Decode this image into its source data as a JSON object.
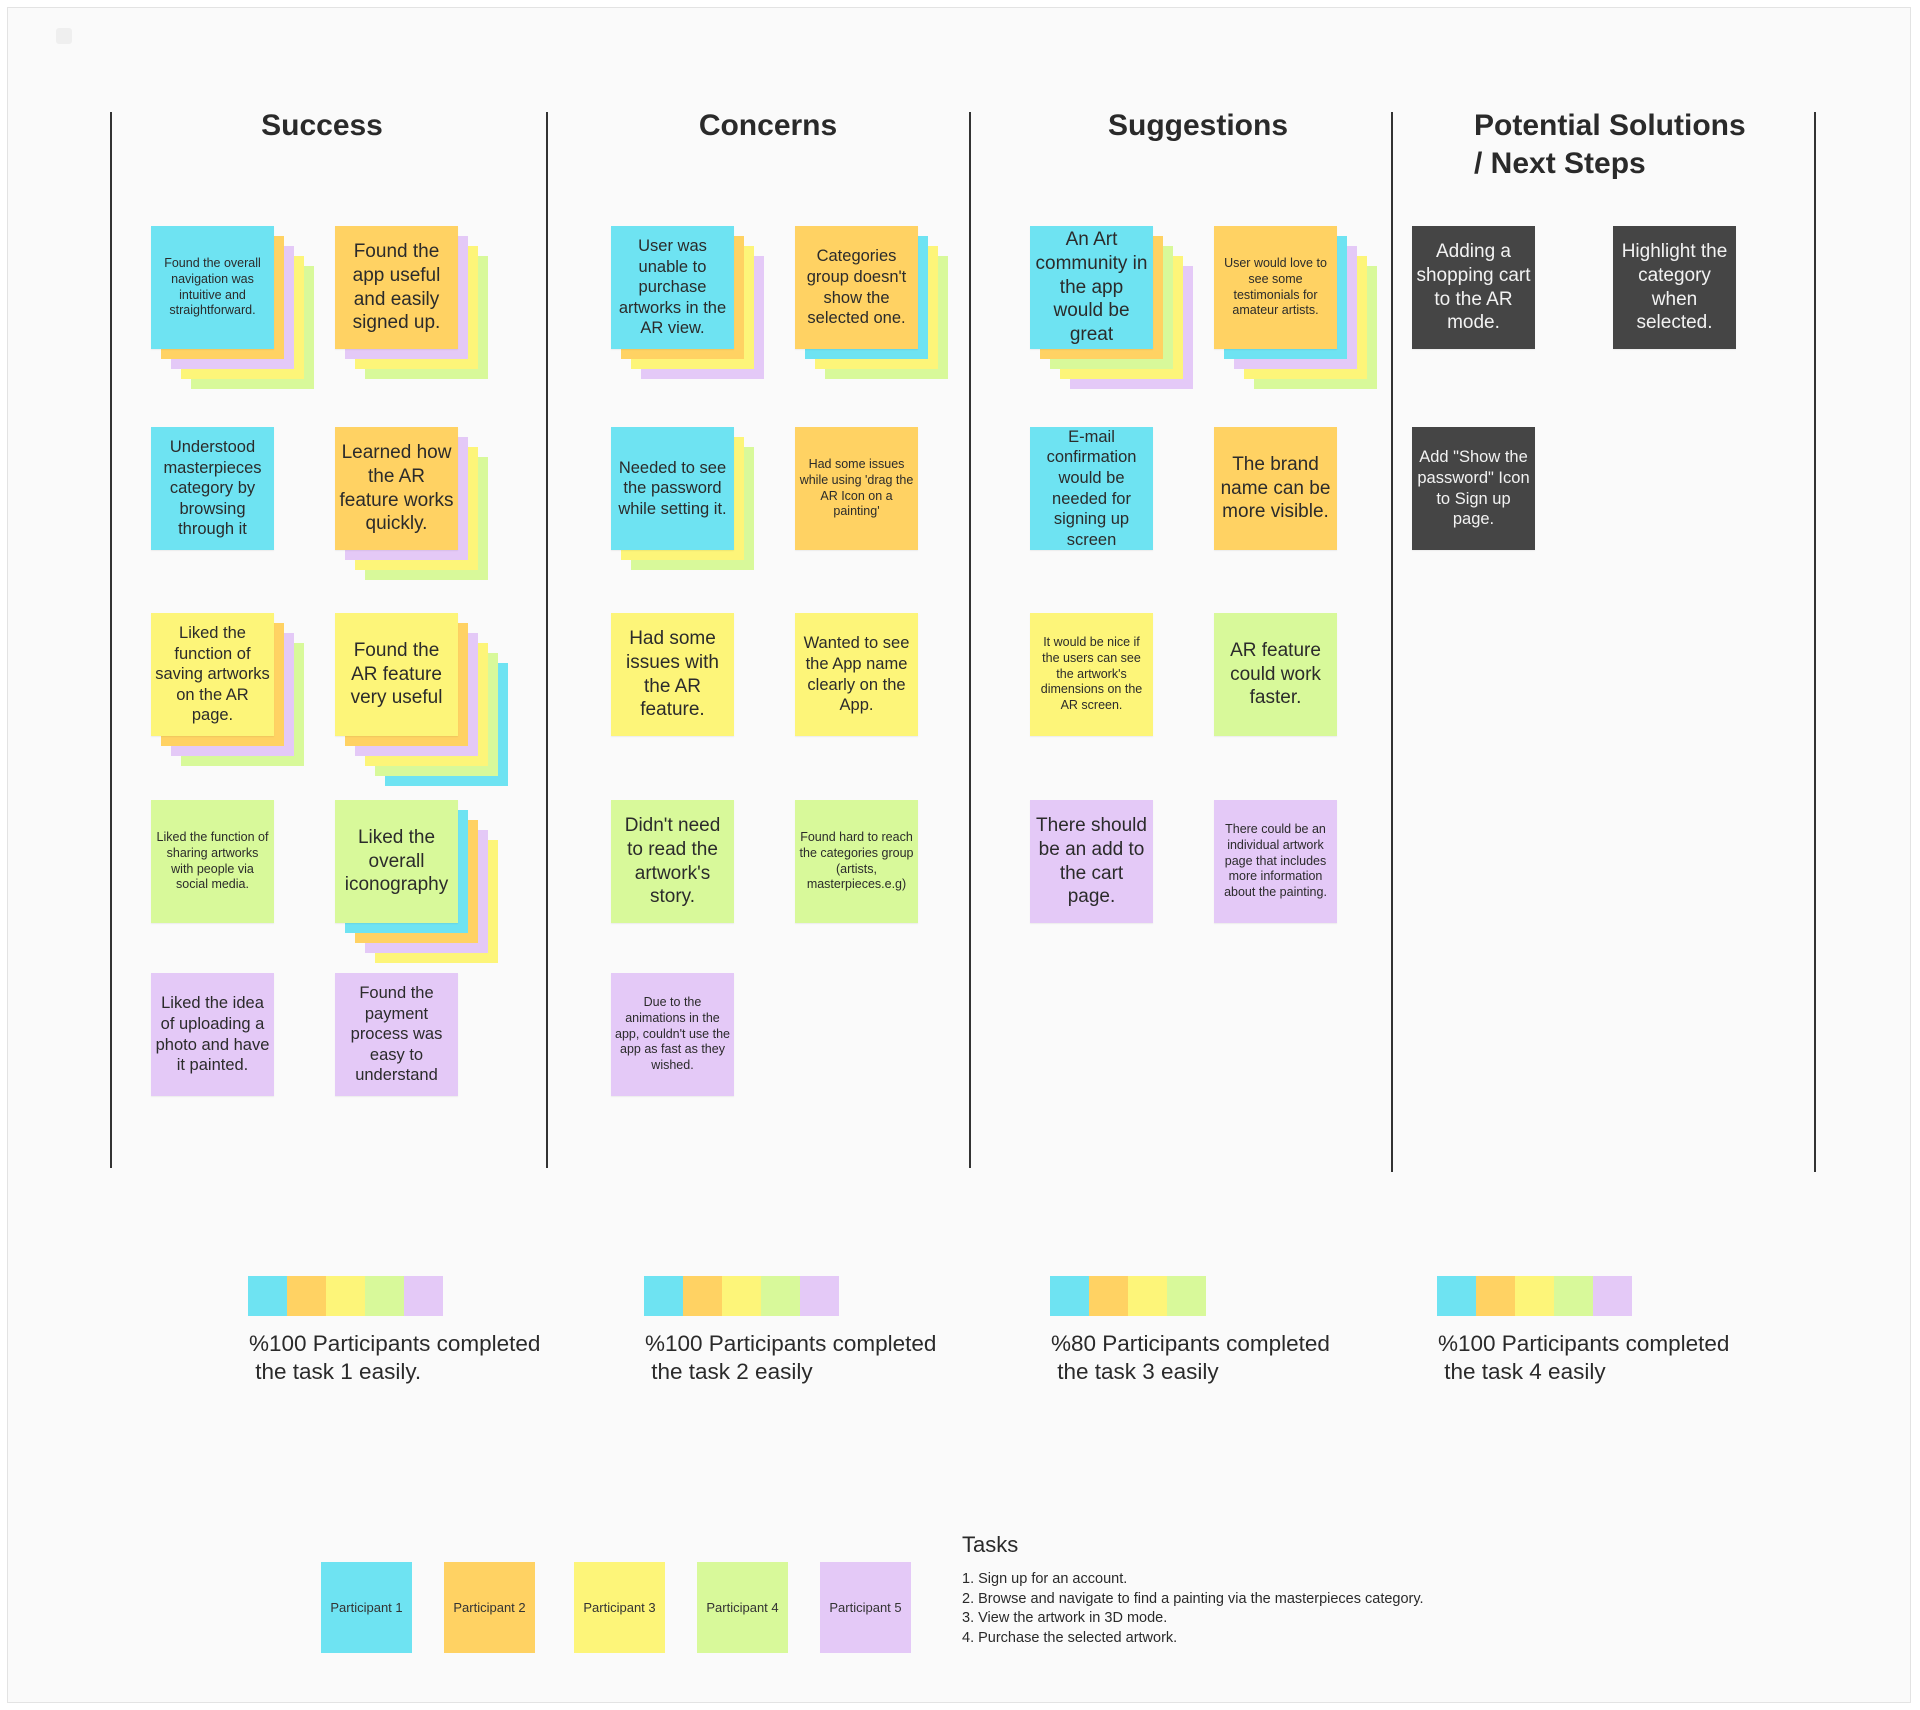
{
  "colors": {
    "blue": "#6ee3f2",
    "orange": "#ffd263",
    "yellow": "#fdf579",
    "green": "#d8f99a",
    "purple": "#e4c9f7",
    "dark": "#454545"
  },
  "columns": [
    {
      "title": "Success"
    },
    {
      "title": "Concerns"
    },
    {
      "title": "Suggestions"
    },
    {
      "title_line1": "Potential Solutions",
      "title_line2": "/ Next Steps"
    }
  ],
  "notes": {
    "success": [
      {
        "text": "Found the overall navigation was intuitive and straightforward.",
        "color": "blue",
        "stack": [
          "green",
          "yellow",
          "purple",
          "orange"
        ]
      },
      {
        "text": "Found the app useful and easily signed up.",
        "color": "orange",
        "stack": [
          "green",
          "yellow",
          "purple"
        ]
      },
      {
        "text": "Understood masterpieces category by browsing through it",
        "color": "blue",
        "stack": []
      },
      {
        "text": "Learned how the AR feature works quickly.",
        "color": "orange",
        "stack": [
          "green",
          "yellow",
          "purple"
        ]
      },
      {
        "text": "Liked the function of saving artworks on the AR page.",
        "color": "yellow",
        "stack": [
          "green",
          "purple",
          "orange"
        ]
      },
      {
        "text": "Found the AR feature very useful",
        "color": "yellow",
        "stack": [
          "blue",
          "green",
          "yellow",
          "purple",
          "orange"
        ]
      },
      {
        "text": "Liked the function of sharing artworks with people via social media.",
        "color": "green",
        "stack": []
      },
      {
        "text": "Liked the overall iconography",
        "color": "green",
        "stack": [
          "yellow",
          "purple",
          "orange",
          "blue"
        ]
      },
      {
        "text": "Liked the idea of uploading a photo and have it painted.",
        "color": "purple",
        "stack": []
      },
      {
        "text": "Found the payment process was easy to understand",
        "color": "purple",
        "stack": []
      }
    ],
    "concerns": [
      {
        "text": "User was unable to purchase artworks in the AR view.",
        "color": "blue",
        "stack": [
          "purple",
          "yellow",
          "orange"
        ]
      },
      {
        "text": "Categories group doesn't show the selected one.",
        "color": "orange",
        "stack": [
          "green",
          "yellow",
          "blue"
        ]
      },
      {
        "text": "Needed to see the password while setting it.",
        "color": "blue",
        "stack": [
          "green",
          "yellow"
        ]
      },
      {
        "text": "Had some issues while using 'drag the AR Icon on a painting'",
        "color": "orange",
        "stack": []
      },
      {
        "text": "Had some issues with the AR feature.",
        "color": "yellow",
        "stack": []
      },
      {
        "text": "Wanted to see the App name clearly on the App.",
        "color": "yellow",
        "stack": []
      },
      {
        "text": "Didn't need to read the artwork's story.",
        "color": "green",
        "stack": []
      },
      {
        "text": "Found hard to reach the categories group (artists, masterpieces.e.g)",
        "color": "green",
        "stack": []
      },
      {
        "text": "Due to the animations in the app, couldn't use the app as fast as they wished.",
        "color": "purple",
        "stack": []
      }
    ],
    "suggestions": [
      {
        "text": "An Art community in the app would be great",
        "color": "blue",
        "stack": [
          "purple",
          "yellow",
          "green",
          "orange"
        ]
      },
      {
        "text": "User would love to see some testimonials for amateur artists.",
        "color": "orange",
        "stack": [
          "green",
          "yellow",
          "purple",
          "blue"
        ]
      },
      {
        "text": "E-mail confirmation would be needed for signing up screen",
        "color": "blue",
        "stack": []
      },
      {
        "text": "The brand name can be more visible.",
        "color": "orange",
        "stack": []
      },
      {
        "text": "It would be nice if the users can see the artwork's dimensions on the AR screen.",
        "color": "yellow",
        "stack": []
      },
      {
        "text": "AR feature could work faster.",
        "color": "green",
        "stack": []
      },
      {
        "text": "There should be an add to the cart page.",
        "color": "purple",
        "stack": []
      },
      {
        "text": "There could be an individual artwork page that includes more information about the painting.",
        "color": "purple",
        "stack": []
      }
    ],
    "solutions": [
      {
        "text": "Adding a shopping cart to the AR mode.",
        "color": "dark",
        "stack": []
      },
      {
        "text": "Highlight the category when selected.",
        "color": "dark",
        "stack": []
      },
      {
        "text": "Add \"Show the password\" Icon to Sign up page.",
        "color": "dark",
        "stack": []
      }
    ]
  },
  "summaries": [
    {
      "line1": "%100 Participants completed",
      "line2": " the task 1 easily.",
      "participants": [
        "blue",
        "orange",
        "yellow",
        "green",
        "purple"
      ]
    },
    {
      "line1": "%100 Participants completed",
      "line2": " the task 2 easily",
      "participants": [
        "blue",
        "orange",
        "yellow",
        "green",
        "purple"
      ]
    },
    {
      "line1": "%80 Participants completed",
      "line2": " the task 3 easily",
      "participants": [
        "blue",
        "orange",
        "yellow",
        "green"
      ]
    },
    {
      "line1": "%100 Participants completed",
      "line2": " the task 4 easily",
      "participants": [
        "blue",
        "orange",
        "yellow",
        "green",
        "purple"
      ]
    }
  ],
  "legend": [
    {
      "label": "Participant 1",
      "color": "blue"
    },
    {
      "label": "Participant 2",
      "color": "orange"
    },
    {
      "label": "Participant 3",
      "color": "yellow"
    },
    {
      "label": "Participant 4",
      "color": "green"
    },
    {
      "label": "Participant 5",
      "color": "purple"
    }
  ],
  "tasks": {
    "title": "Tasks",
    "items": [
      "1. Sign up for an account.",
      "2. Browse and navigate to find a painting via the masterpieces category.",
      "3. View the artwork in 3D mode.",
      "4. Purchase the selected artwork."
    ]
  }
}
